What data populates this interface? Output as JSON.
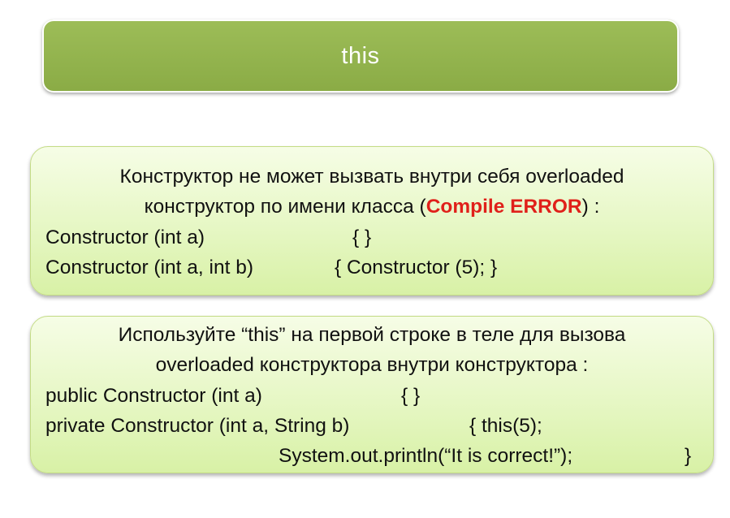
{
  "title": "this",
  "box1": {
    "intro_line1": "Конструктор не может вызвать внутри себя overloaded",
    "intro_line2_before": "конструктор по имени класса (",
    "intro_line2_error": "Compile ERROR",
    "intro_line2_after": ") :",
    "code_line1_sig": "Constructor (int a)",
    "code_line1_body": "{   }",
    "code_line2_sig": "Constructor (int a, int b)",
    "code_line2_body": "{  Constructor (5);  }"
  },
  "box2": {
    "intro_line1": "Используйте “this” на первой строке в теле  для вызова",
    "intro_line2": "overloaded конструктора внутри конструктора :",
    "code_line1_sig": "public Constructor (int a)",
    "code_line1_body": "{   }",
    "code_line2_sig": "private Constructor (int a, String b)",
    "code_line2_body": "{  this(5);",
    "code_line3_stmt": "System.out.println(“It is correct!”);",
    "code_line3_close": "}"
  },
  "colors": {
    "title_bar": "#8fb04b",
    "box_fill": "#e6f7c4",
    "error_text": "#e0201a"
  }
}
